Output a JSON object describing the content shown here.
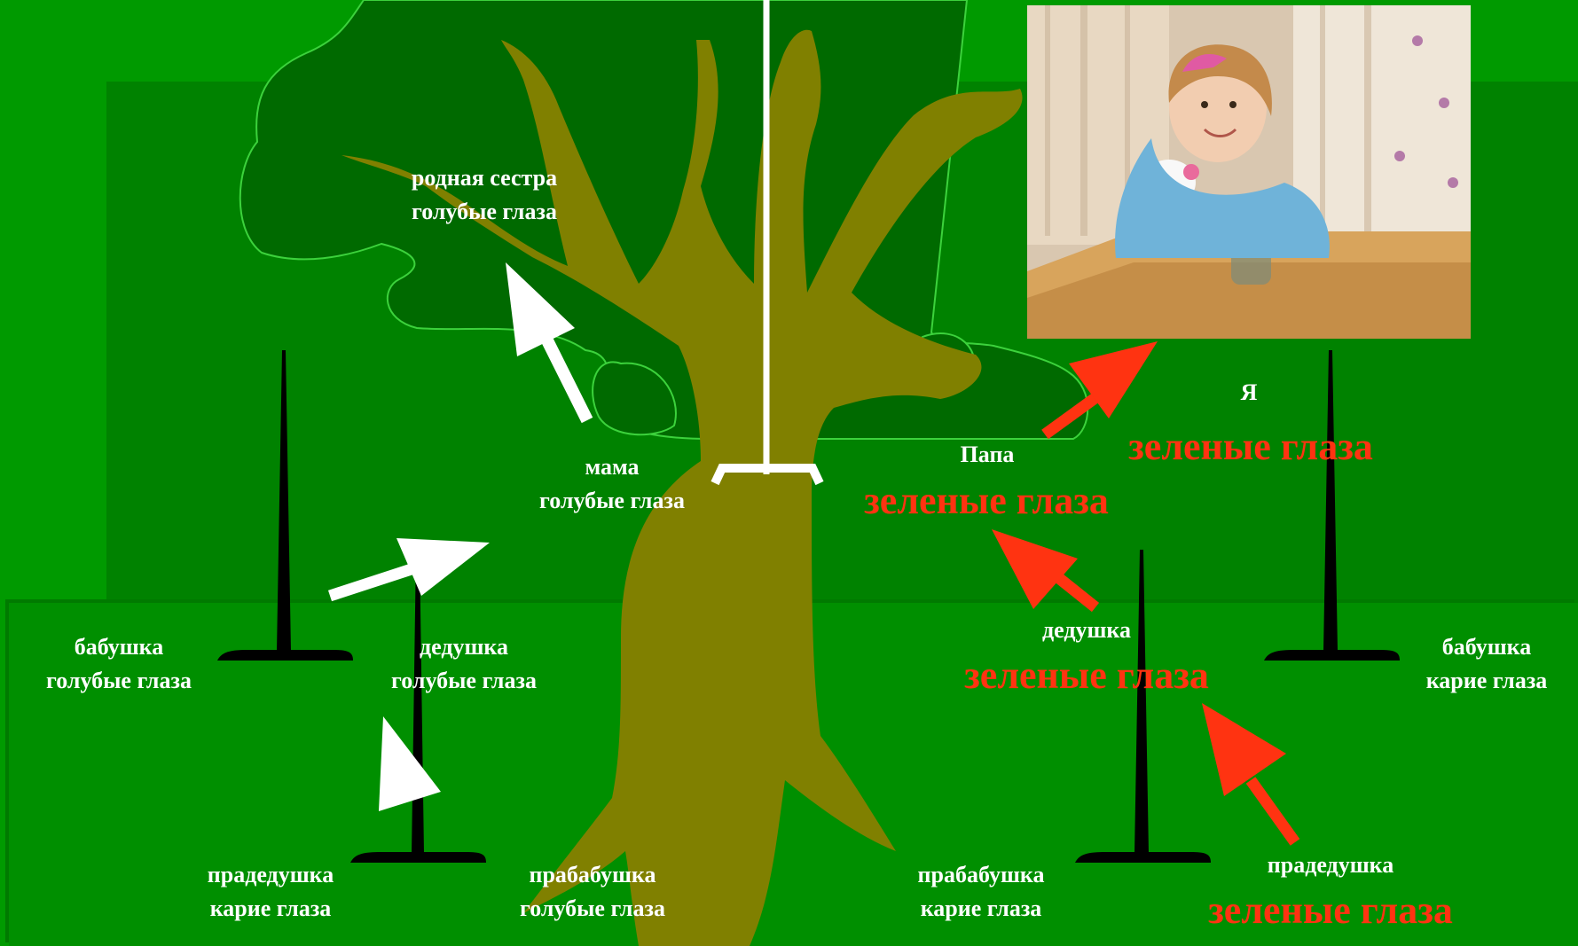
{
  "colors": {
    "background": "#009a00",
    "panel_dark": "#008200",
    "panel_mid": "#008f00",
    "canopy": "#006a00",
    "canopy_outline": "#3cd23c",
    "trunk": "#808000",
    "white_arrow": "#ffffff",
    "red_arrow": "#ff3311",
    "label_text": "#ffffff",
    "highlight_text": "#ff3311",
    "stand": "#000000"
  },
  "photo": {
    "icon": "girl-portrait-photo"
  },
  "labels": {
    "sister": [
      "родная сестра",
      "голубые глаза"
    ],
    "mom": [
      "мама",
      "голубые глаза"
    ],
    "dad": "Папа",
    "dad_eyes": "зеленые глаза",
    "me": "Я",
    "me_eyes": "зеленые глаза",
    "grandma_left": [
      "бабушка",
      "голубые глаза"
    ],
    "grandpa_left": [
      "дедушка",
      "голубые глаза"
    ],
    "grandpa_right": "дедушка",
    "grandpa_right_eyes": "зеленые глаза",
    "grandma_right": [
      "бабушка",
      "карие глаза"
    ],
    "great_grandpa_left": [
      "прадедушка",
      "карие глаза"
    ],
    "great_grandma_left": [
      "прабабушка",
      "голубые глаза"
    ],
    "great_grandma_right": [
      "прабабушка",
      "карие глаза"
    ],
    "great_grandpa_right": "прадедушка",
    "great_grandpa_right_eyes": "зеленые глаза"
  }
}
